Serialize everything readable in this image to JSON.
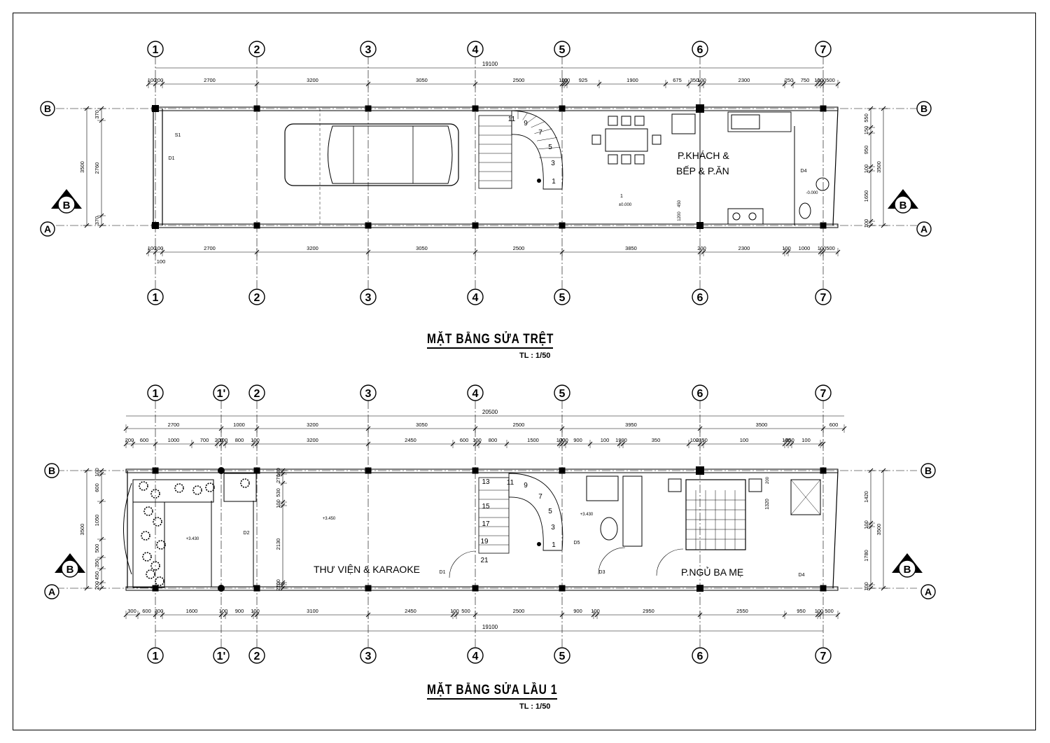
{
  "plans": [
    {
      "id": "ground",
      "title": "MẶT BẰNG SỬA TRỆT",
      "scale": "TL : 1/50",
      "total_dim_top": "19100",
      "grid_columns": [
        "1",
        "2",
        "3",
        "4",
        "5",
        "6",
        "7"
      ],
      "grid_rows": [
        "B",
        "A"
      ],
      "section_mark": "B",
      "top_dims": [
        "100",
        "200",
        "2700",
        "3200",
        "3050",
        "2500",
        "100",
        "100",
        "925",
        "1900",
        "675",
        "350",
        "100",
        "2300",
        "250",
        "750",
        "100",
        "100",
        "500"
      ],
      "bottom_dims": [
        "100",
        "100",
        "2700",
        "3200",
        "3050",
        "2500",
        "3850",
        "200",
        "2300",
        "100",
        "1000",
        "100",
        "500"
      ],
      "bottom_extra": "100",
      "left_dims": [
        "3500",
        "370",
        "2760",
        "370"
      ],
      "right_dims": [
        "3500",
        "550",
        "150",
        "950",
        "100",
        "1650",
        "100"
      ],
      "inner_dims": [
        "1200",
        "450"
      ],
      "rooms": [
        "P.KHÁCH &",
        "BẾP & P.ĂN"
      ],
      "stair_numbers": [
        "11",
        "9",
        "7",
        "5",
        "3",
        "1"
      ],
      "levels": [
        "±0.000",
        "-0.000"
      ],
      "tags": [
        "D1",
        "S1",
        "D4",
        "1"
      ]
    },
    {
      "id": "floor1",
      "title": "MẶT BẰNG SỬA LẦU 1",
      "scale": "TL : 1/50",
      "total_dim_top": "20500",
      "total_dim_bottom": "19100",
      "grid_columns": [
        "1",
        "1'",
        "2",
        "3",
        "4",
        "5",
        "6",
        "7"
      ],
      "grid_rows": [
        "B",
        "A"
      ],
      "section_mark": "B",
      "top_dims_1": [
        "2700",
        "1000",
        "3200",
        "3050",
        "2500",
        "3950",
        "3500",
        "600"
      ],
      "top_dims_2": [
        "200",
        "600",
        "1000",
        "700",
        "200",
        "100",
        "800",
        "100",
        "3200",
        "2450",
        "600",
        "100",
        "800",
        "1500",
        "100",
        "700",
        "900",
        "100",
        "1900",
        "350",
        "100",
        "2350",
        "100",
        "100",
        "850",
        "100"
      ],
      "bottom_dims": [
        "300",
        "600",
        "300",
        "1600",
        "100",
        "900",
        "100",
        "3100",
        "2450",
        "100",
        "500",
        "2500",
        "900",
        "100",
        "2950",
        "2550",
        "950",
        "100",
        "500"
      ],
      "left_dims": [
        "3500",
        "100",
        "600",
        "1050",
        "500",
        "350",
        "450",
        "200"
      ],
      "inner_dims": [
        "100",
        "270",
        "530",
        "100",
        "2130",
        "100",
        "270"
      ],
      "right_dims": [
        "3500",
        "1420",
        "100",
        "1780",
        "100",
        "200",
        "1320"
      ],
      "rooms": [
        "THƯ VIỆN & KARAOKE",
        "P.NGỦ BA MẸ"
      ],
      "stair_numbers": [
        "13",
        "11",
        "9",
        "15",
        "7",
        "17",
        "5",
        "19",
        "3",
        "1",
        "21"
      ],
      "levels": [
        "+3.450",
        "+3.430",
        "+3.450",
        "+3.430"
      ],
      "tags": [
        "D2",
        "D1",
        "D3",
        "D4",
        "D5"
      ]
    }
  ]
}
